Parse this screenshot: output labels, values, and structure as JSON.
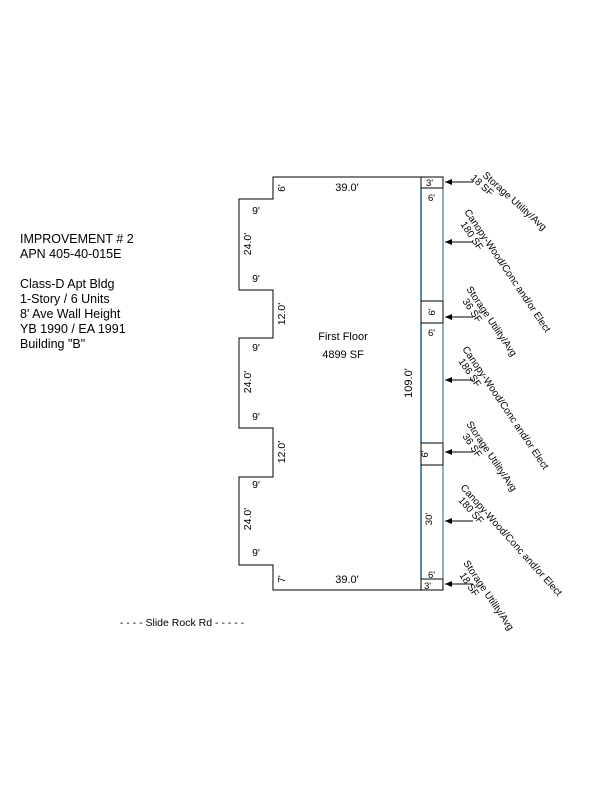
{
  "info": {
    "improvement": "IMPROVEMENT # 2",
    "apn": "APN 405-40-015E",
    "class": "Class-D Apt Bldg",
    "units": "1-Story / 6 Units",
    "wall_height": "8' Ave Wall Height",
    "year": "YB 1990 / EA 1991",
    "building": "Building \"B\""
  },
  "floor": {
    "name": "First Floor",
    "area": "4899 SF"
  },
  "dims": {
    "top_width": "39.0'",
    "bottom_width": "39.0'",
    "right_length": "109.0'",
    "left_top_jog": "6'",
    "left_bottom_jog": "7'",
    "left_steps": [
      "9'",
      "24.0'",
      "9'",
      "12.0'",
      "9'",
      "24.0'",
      "9'",
      "12.0'",
      "9'",
      "24.0'",
      "9'"
    ]
  },
  "strip": {
    "labels": [
      "3'",
      "6'",
      "6'",
      "6'",
      "6'",
      "30'",
      "6'",
      "3'"
    ]
  },
  "callouts": [
    {
      "name": "Storage Utility/Avg",
      "area": "18 SF"
    },
    {
      "name": "Canopy-Wood/Conc and/or Elect",
      "area": "180 SF"
    },
    {
      "name": "Storage Utility/Avg",
      "area": "36 SF"
    },
    {
      "name": "Canopy-Wood/Conc and/or Elect",
      "area": "186 SF"
    },
    {
      "name": "Storage Utility/Avg",
      "area": "36 SF"
    },
    {
      "name": "Canopy-Wood/Conc and/or Elect",
      "area": "180 SF"
    },
    {
      "name": "Storage Utility/Avg",
      "area": "18 SF"
    }
  ],
  "street": "- - - - Slide Rock Rd - - - - -",
  "colors": {
    "line": "#000000",
    "canopy_line": "#1f5f8b"
  }
}
